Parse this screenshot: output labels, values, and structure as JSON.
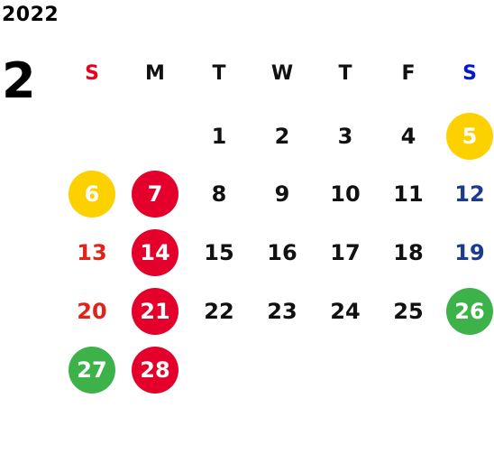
{
  "calendar": {
    "year": "2022",
    "month": "2",
    "weekdays": [
      {
        "label": "S",
        "color": "#e8001c"
      },
      {
        "label": "M",
        "color": "#111111"
      },
      {
        "label": "T",
        "color": "#111111"
      },
      {
        "label": "W",
        "color": "#111111"
      },
      {
        "label": "T",
        "color": "#111111"
      },
      {
        "label": "F",
        "color": "#111111"
      },
      {
        "label": "S",
        "color": "#0019d2"
      }
    ],
    "days": [
      {
        "day": "1",
        "col": 2,
        "row": 0,
        "color": "#111111",
        "bg": ""
      },
      {
        "day": "2",
        "col": 3,
        "row": 0,
        "color": "#111111",
        "bg": ""
      },
      {
        "day": "3",
        "col": 4,
        "row": 0,
        "color": "#111111",
        "bg": ""
      },
      {
        "day": "4",
        "col": 5,
        "row": 0,
        "color": "#111111",
        "bg": ""
      },
      {
        "day": "5",
        "col": 6,
        "row": 0,
        "color": "#ffffff",
        "bg": "#fdd000"
      },
      {
        "day": "6",
        "col": 0,
        "row": 1,
        "color": "#ffffff",
        "bg": "#fdd000"
      },
      {
        "day": "7",
        "col": 1,
        "row": 1,
        "color": "#ffffff",
        "bg": "#e4002b"
      },
      {
        "day": "8",
        "col": 2,
        "row": 1,
        "color": "#111111",
        "bg": ""
      },
      {
        "day": "9",
        "col": 3,
        "row": 1,
        "color": "#111111",
        "bg": ""
      },
      {
        "day": "10",
        "col": 4,
        "row": 1,
        "color": "#111111",
        "bg": ""
      },
      {
        "day": "11",
        "col": 5,
        "row": 1,
        "color": "#111111",
        "bg": ""
      },
      {
        "day": "12",
        "col": 6,
        "row": 1,
        "color": "#1a3b8f",
        "bg": ""
      },
      {
        "day": "13",
        "col": 0,
        "row": 2,
        "color": "#e2231a",
        "bg": ""
      },
      {
        "day": "14",
        "col": 1,
        "row": 2,
        "color": "#ffffff",
        "bg": "#e4002b"
      },
      {
        "day": "15",
        "col": 2,
        "row": 2,
        "color": "#111111",
        "bg": ""
      },
      {
        "day": "16",
        "col": 3,
        "row": 2,
        "color": "#111111",
        "bg": ""
      },
      {
        "day": "17",
        "col": 4,
        "row": 2,
        "color": "#111111",
        "bg": ""
      },
      {
        "day": "18",
        "col": 5,
        "row": 2,
        "color": "#111111",
        "bg": ""
      },
      {
        "day": "19",
        "col": 6,
        "row": 2,
        "color": "#1a3b8f",
        "bg": ""
      },
      {
        "day": "20",
        "col": 0,
        "row": 3,
        "color": "#e2231a",
        "bg": ""
      },
      {
        "day": "21",
        "col": 1,
        "row": 3,
        "color": "#ffffff",
        "bg": "#e4002b"
      },
      {
        "day": "22",
        "col": 2,
        "row": 3,
        "color": "#111111",
        "bg": ""
      },
      {
        "day": "23",
        "col": 3,
        "row": 3,
        "color": "#111111",
        "bg": ""
      },
      {
        "day": "24",
        "col": 4,
        "row": 3,
        "color": "#111111",
        "bg": ""
      },
      {
        "day": "25",
        "col": 5,
        "row": 3,
        "color": "#111111",
        "bg": ""
      },
      {
        "day": "26",
        "col": 6,
        "row": 3,
        "color": "#ffffff",
        "bg": "#3cb249"
      },
      {
        "day": "27",
        "col": 0,
        "row": 4,
        "color": "#ffffff",
        "bg": "#3cb249"
      },
      {
        "day": "28",
        "col": 1,
        "row": 4,
        "color": "#ffffff",
        "bg": "#e4002b"
      }
    ]
  }
}
